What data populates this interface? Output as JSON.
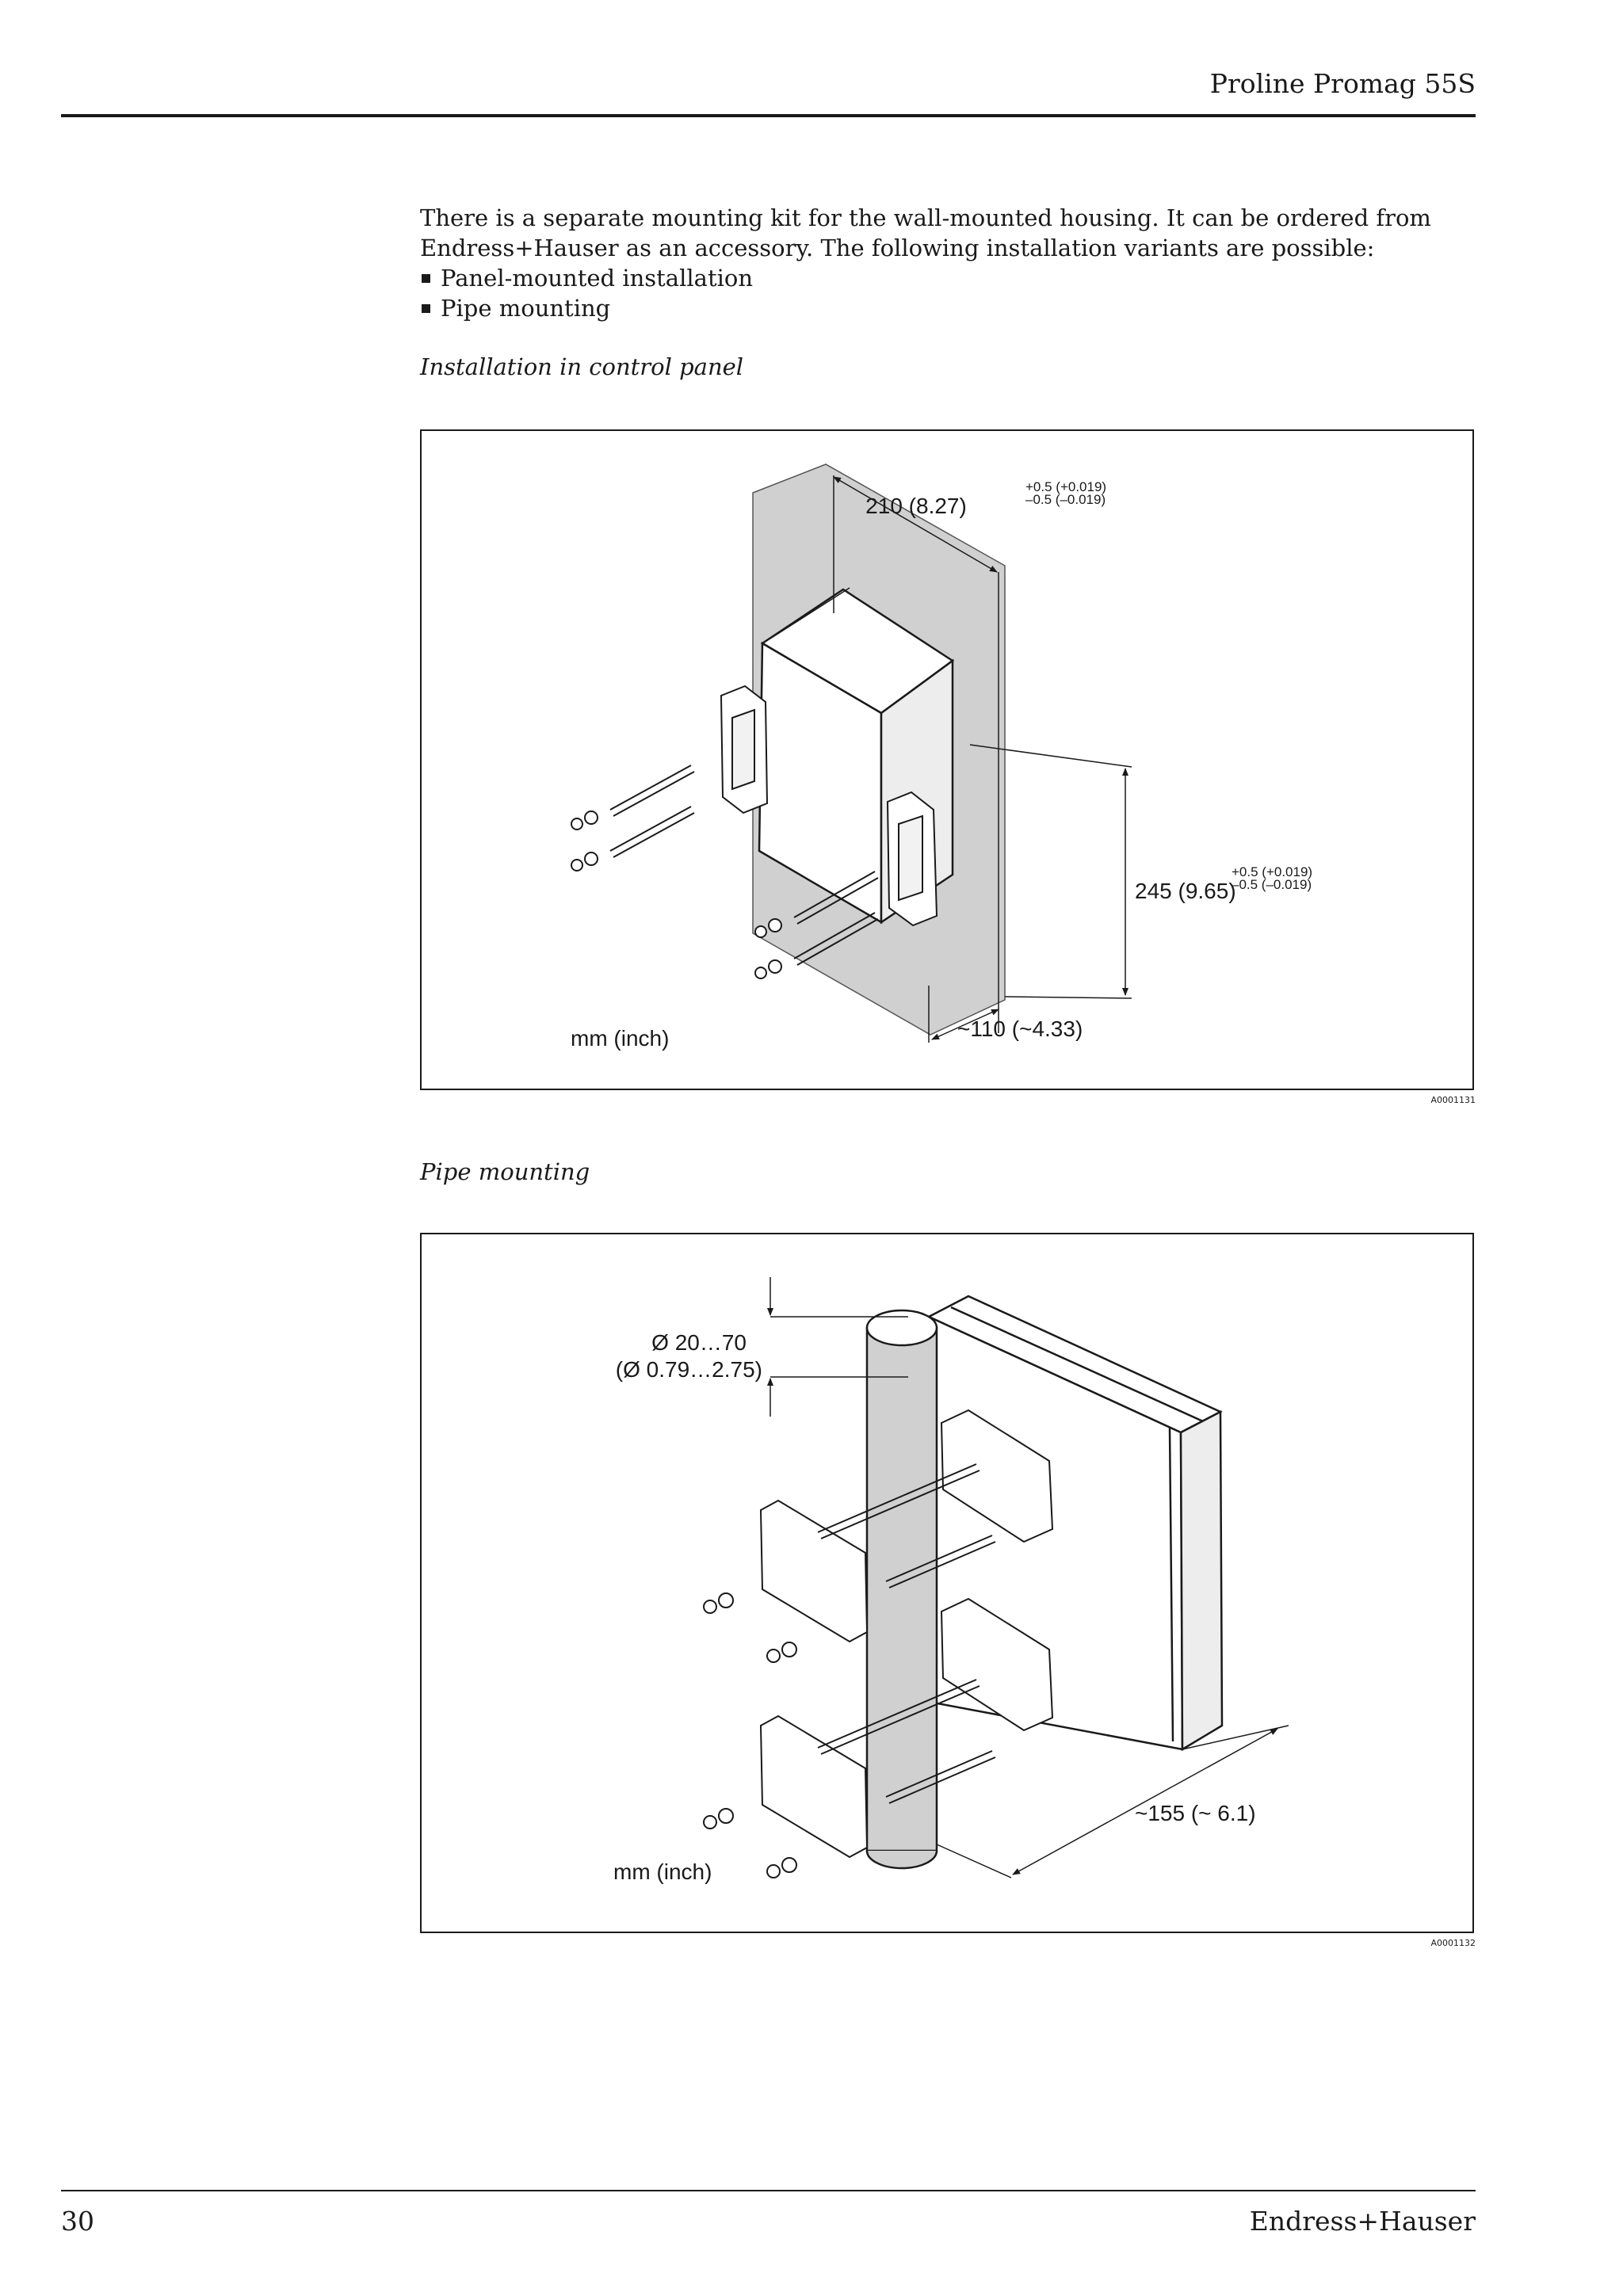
{
  "header": {
    "title": "Proline Promag 55S"
  },
  "intro": {
    "text": "There is a separate mounting kit for the wall-mounted housing. It can be ordered from Endress+Hauser as an accessory. The following installation variants are possible:",
    "bullets": [
      "Panel-mounted installation",
      "Pipe mounting"
    ]
  },
  "figure_panel": {
    "caption": "Installation in control panel",
    "width_dim": "210 (8.27)",
    "width_tol_plus": "+0.5 (+0.019)",
    "width_tol_minus": "–0.5 (–0.019)",
    "height_dim": "245 (9.65)",
    "height_tol_plus": "+0.5 (+0.019)",
    "height_tol_minus": "–0.5 (–0.019)",
    "depth_dim": "~110 (~4.33)",
    "unit_label": "mm (inch)",
    "figure_id": "A0001131"
  },
  "figure_pipe": {
    "caption": "Pipe mounting",
    "diameter_dim": "Ø 20…70",
    "diameter_dim_inch": "(Ø 0.79…2.75)",
    "depth_dim": "~155 (~ 6.1)",
    "unit_label": "mm (inch)",
    "figure_id": "A0001132"
  },
  "footer": {
    "page_number": "30",
    "brand": "Endress+Hauser"
  }
}
